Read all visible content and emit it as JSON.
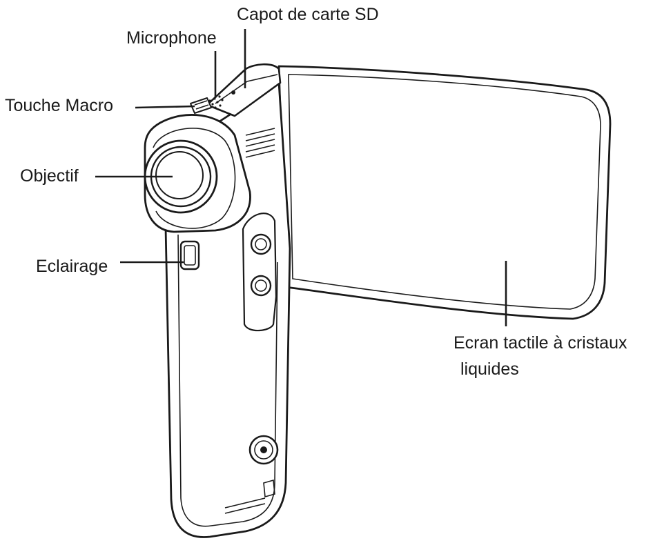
{
  "labels": {
    "sd_card_cover": "Capot de carte SD",
    "microphone": "Microphone",
    "macro_switch": "Touche Macro",
    "lens": "Objectif",
    "light": "Eclairage",
    "lcd_line1": "Ecran tactile à cristaux",
    "lcd_line2": "liquides"
  },
  "colors": {
    "ink": "#1a1a1a",
    "background": "#ffffff"
  }
}
